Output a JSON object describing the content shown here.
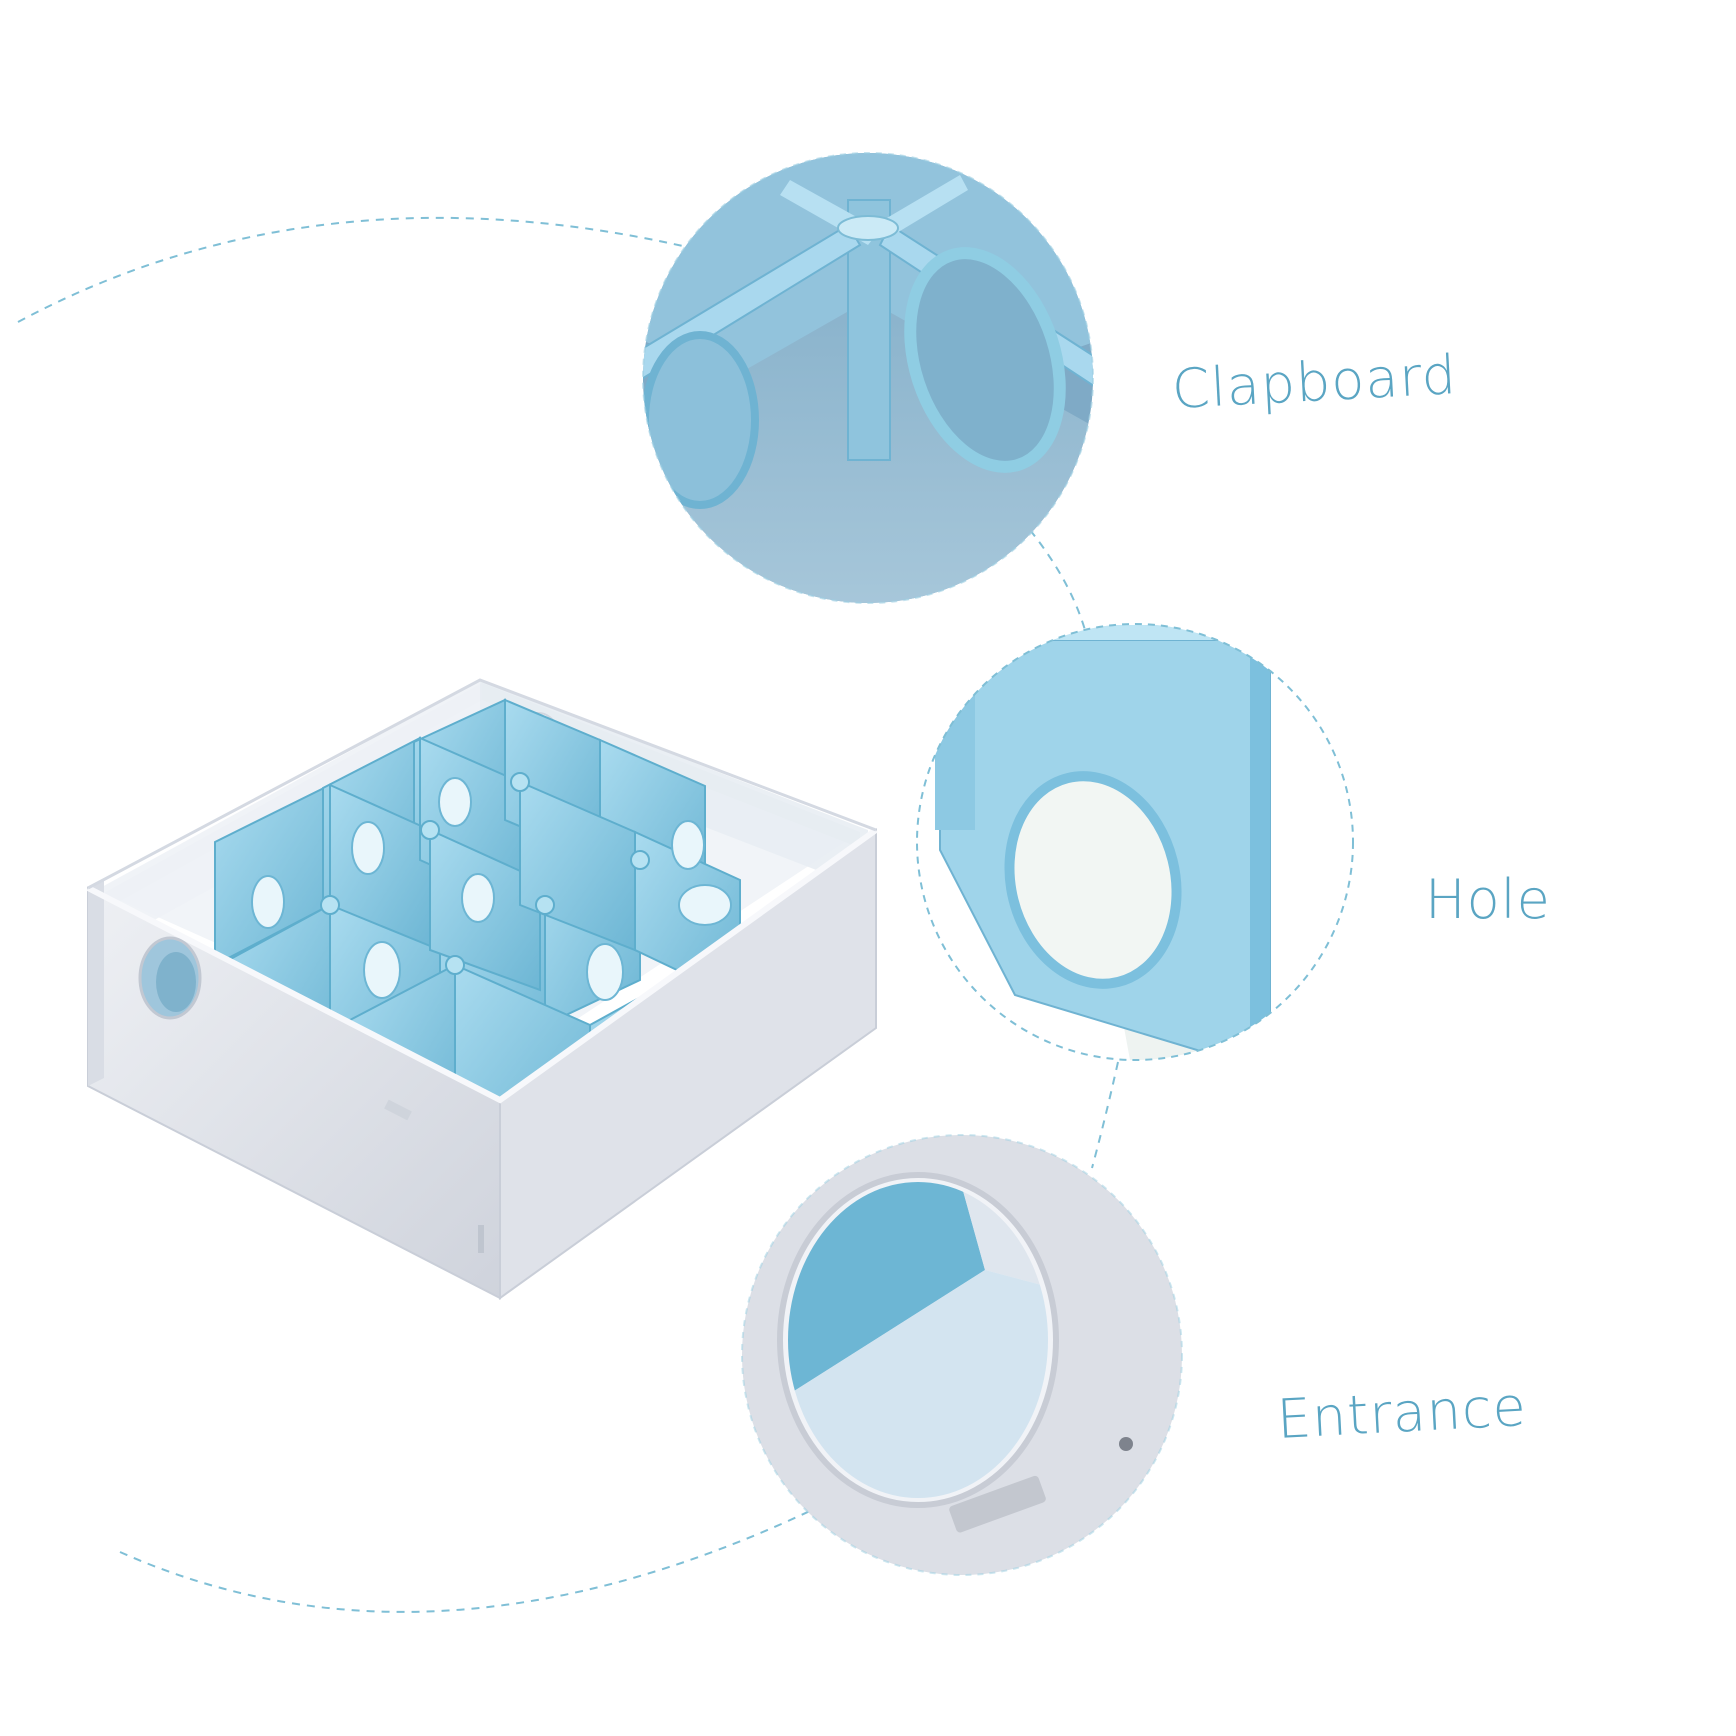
{
  "labels": {
    "clapboard": "Clapboard",
    "hole": "Hole",
    "entrance": "Entrance"
  },
  "colors": {
    "accent_text": "#5aa5c3",
    "dashed_line": "#7fbfd6",
    "panel_blue": "#8fcde3",
    "panel_blue_dark": "#5eaecd",
    "box_gray": "#e3e6ec",
    "box_gray_dark": "#c9ced8"
  }
}
